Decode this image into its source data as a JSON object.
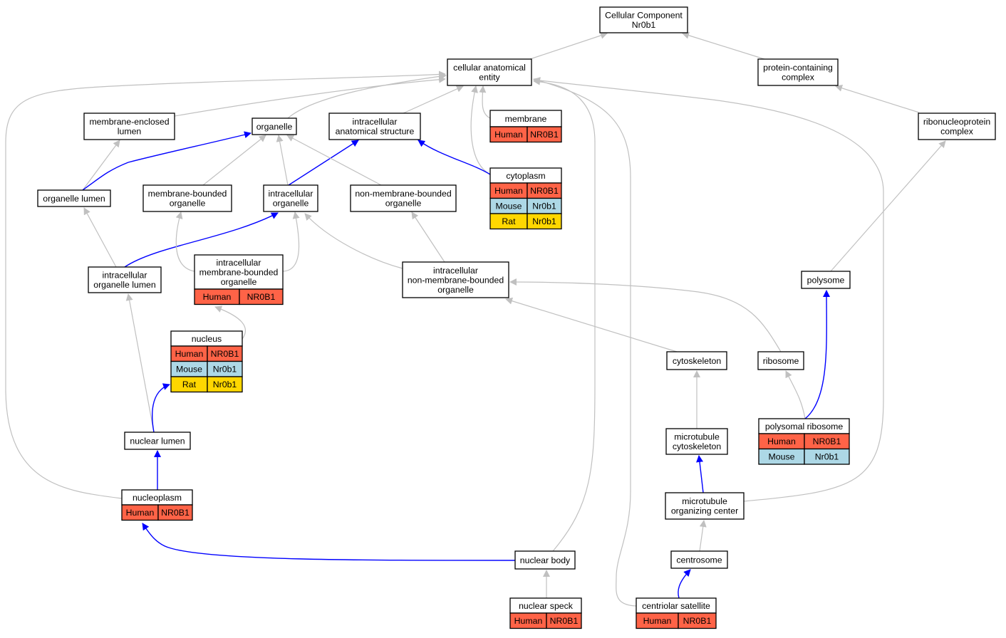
{
  "diagram": {
    "colors": {
      "Human": "#ff6347",
      "Mouse": "#add8e6",
      "Rat": "#ffd700",
      "edge_isa": "#c0c0c0",
      "edge_partof": "#0000ff"
    },
    "nodes": [
      {
        "id": "cellular_component",
        "lines": [
          "Cellular Component",
          "Nr0b1"
        ],
        "genes": []
      },
      {
        "id": "cellular_anatomical_entity",
        "lines": [
          "cellular anatomical",
          "entity"
        ],
        "genes": []
      },
      {
        "id": "protein_containing_complex",
        "lines": [
          "protein-containing",
          "complex"
        ],
        "genes": []
      },
      {
        "id": "membrane_enclosed_lumen",
        "lines": [
          "membrane-enclosed",
          "lumen"
        ],
        "genes": []
      },
      {
        "id": "organelle",
        "lines": [
          "organelle"
        ],
        "genes": []
      },
      {
        "id": "intracellular_anatomical_structure",
        "lines": [
          "intracellular",
          "anatomical structure"
        ],
        "genes": []
      },
      {
        "id": "membrane",
        "lines": [
          "membrane"
        ],
        "genes": [
          {
            "species": "Human",
            "gene": "NR0B1"
          }
        ]
      },
      {
        "id": "ribonucleoprotein_complex",
        "lines": [
          "ribonucleoprotein",
          "complex"
        ],
        "genes": []
      },
      {
        "id": "organelle_lumen",
        "lines": [
          "organelle lumen"
        ],
        "genes": []
      },
      {
        "id": "membrane_bounded_organelle",
        "lines": [
          "membrane-bounded",
          "organelle"
        ],
        "genes": []
      },
      {
        "id": "intracellular_organelle",
        "lines": [
          "intracellular",
          "organelle"
        ],
        "genes": []
      },
      {
        "id": "non_membrane_bounded_organelle",
        "lines": [
          "non-membrane-bounded",
          "organelle"
        ],
        "genes": []
      },
      {
        "id": "cytoplasm",
        "lines": [
          "cytoplasm"
        ],
        "genes": [
          {
            "species": "Human",
            "gene": "NR0B1"
          },
          {
            "species": "Mouse",
            "gene": "Nr0b1"
          },
          {
            "species": "Rat",
            "gene": "Nr0b1"
          }
        ]
      },
      {
        "id": "intracellular_organelle_lumen",
        "lines": [
          "intracellular",
          "organelle lumen"
        ],
        "genes": []
      },
      {
        "id": "intracellular_membrane_bounded_organelle",
        "lines": [
          "intracellular",
          "membrane-bounded",
          "organelle"
        ],
        "genes": [
          {
            "species": "Human",
            "gene": "NR0B1"
          }
        ]
      },
      {
        "id": "intracellular_non_membrane_bounded_organelle",
        "lines": [
          "intracellular",
          "non-membrane-bounded",
          "organelle"
        ],
        "genes": []
      },
      {
        "id": "polysome",
        "lines": [
          "polysome"
        ],
        "genes": []
      },
      {
        "id": "nucleus",
        "lines": [
          "nucleus"
        ],
        "genes": [
          {
            "species": "Human",
            "gene": "NR0B1"
          },
          {
            "species": "Mouse",
            "gene": "Nr0b1"
          },
          {
            "species": "Rat",
            "gene": "Nr0b1"
          }
        ]
      },
      {
        "id": "cytoskeleton",
        "lines": [
          "cytoskeleton"
        ],
        "genes": []
      },
      {
        "id": "ribosome",
        "lines": [
          "ribosome"
        ],
        "genes": []
      },
      {
        "id": "polysomal_ribosome",
        "lines": [
          "polysomal ribosome"
        ],
        "genes": [
          {
            "species": "Human",
            "gene": "NR0B1"
          },
          {
            "species": "Mouse",
            "gene": "Nr0b1"
          }
        ]
      },
      {
        "id": "microtubule_cytoskeleton",
        "lines": [
          "microtubule",
          "cytoskeleton"
        ],
        "genes": []
      },
      {
        "id": "nuclear_lumen",
        "lines": [
          "nuclear lumen"
        ],
        "genes": []
      },
      {
        "id": "nucleoplasm",
        "lines": [
          "nucleoplasm"
        ],
        "genes": [
          {
            "species": "Human",
            "gene": "NR0B1"
          }
        ]
      },
      {
        "id": "microtubule_organizing_center",
        "lines": [
          "microtubule",
          "organizing center"
        ],
        "genes": []
      },
      {
        "id": "nuclear_body",
        "lines": [
          "nuclear body"
        ],
        "genes": []
      },
      {
        "id": "centrosome",
        "lines": [
          "centrosome"
        ],
        "genes": []
      },
      {
        "id": "nuclear_speck",
        "lines": [
          "nuclear speck"
        ],
        "genes": [
          {
            "species": "Human",
            "gene": "NR0B1"
          }
        ]
      },
      {
        "id": "centriolar_satellite",
        "lines": [
          "centriolar satellite"
        ],
        "genes": [
          {
            "species": "Human",
            "gene": "NR0B1"
          }
        ]
      }
    ],
    "edges": [
      {
        "from": "cellular_anatomical_entity",
        "to": "cellular_component",
        "type": "is_a"
      },
      {
        "from": "protein_containing_complex",
        "to": "cellular_component",
        "type": "is_a"
      },
      {
        "from": "membrane_enclosed_lumen",
        "to": "cellular_anatomical_entity",
        "type": "is_a"
      },
      {
        "from": "organelle",
        "to": "cellular_anatomical_entity",
        "type": "is_a"
      },
      {
        "from": "intracellular_anatomical_structure",
        "to": "cellular_anatomical_entity",
        "type": "is_a"
      },
      {
        "from": "membrane",
        "to": "cellular_anatomical_entity",
        "type": "is_a"
      },
      {
        "from": "cytoplasm",
        "to": "cellular_anatomical_entity",
        "type": "is_a"
      },
      {
        "from": "ribonucleoprotein_complex",
        "to": "protein_containing_complex",
        "type": "is_a"
      },
      {
        "from": "organelle_lumen",
        "to": "membrane_enclosed_lumen",
        "type": "is_a"
      },
      {
        "from": "organelle_lumen",
        "to": "organelle",
        "type": "part_of"
      },
      {
        "from": "membrane_bounded_organelle",
        "to": "organelle",
        "type": "is_a"
      },
      {
        "from": "intracellular_organelle",
        "to": "organelle",
        "type": "is_a"
      },
      {
        "from": "intracellular_organelle",
        "to": "intracellular_anatomical_structure",
        "type": "part_of"
      },
      {
        "from": "non_membrane_bounded_organelle",
        "to": "organelle",
        "type": "is_a"
      },
      {
        "from": "cytoplasm",
        "to": "intracellular_anatomical_structure",
        "type": "part_of"
      },
      {
        "from": "intracellular_organelle_lumen",
        "to": "organelle_lumen",
        "type": "is_a"
      },
      {
        "from": "intracellular_organelle_lumen",
        "to": "intracellular_organelle",
        "type": "part_of"
      },
      {
        "from": "intracellular_membrane_bounded_organelle",
        "to": "membrane_bounded_organelle",
        "type": "is_a"
      },
      {
        "from": "intracellular_membrane_bounded_organelle",
        "to": "intracellular_organelle",
        "type": "is_a"
      },
      {
        "from": "intracellular_non_membrane_bounded_organelle",
        "to": "intracellular_organelle",
        "type": "is_a"
      },
      {
        "from": "intracellular_non_membrane_bounded_organelle",
        "to": "non_membrane_bounded_organelle",
        "type": "is_a"
      },
      {
        "from": "polysome",
        "to": "ribonucleoprotein_complex",
        "type": "is_a"
      },
      {
        "from": "nucleus",
        "to": "intracellular_membrane_bounded_organelle",
        "type": "is_a"
      },
      {
        "from": "cytoskeleton",
        "to": "intracellular_non_membrane_bounded_organelle",
        "type": "is_a"
      },
      {
        "from": "ribosome",
        "to": "intracellular_non_membrane_bounded_organelle",
        "type": "is_a"
      },
      {
        "from": "polysomal_ribosome",
        "to": "ribosome",
        "type": "is_a"
      },
      {
        "from": "polysomal_ribosome",
        "to": "polysome",
        "type": "part_of"
      },
      {
        "from": "microtubule_cytoskeleton",
        "to": "cytoskeleton",
        "type": "is_a"
      },
      {
        "from": "nuclear_lumen",
        "to": "intracellular_organelle_lumen",
        "type": "is_a"
      },
      {
        "from": "nuclear_lumen",
        "to": "nucleus",
        "type": "part_of"
      },
      {
        "from": "nucleoplasm",
        "to": "nuclear_lumen",
        "type": "part_of"
      },
      {
        "from": "nucleoplasm",
        "to": "cellular_anatomical_entity",
        "type": "is_a"
      },
      {
        "from": "microtubule_organizing_center",
        "to": "microtubule_cytoskeleton",
        "type": "part_of"
      },
      {
        "from": "microtubule_organizing_center",
        "to": "cellular_anatomical_entity",
        "type": "is_a"
      },
      {
        "from": "nuclear_body",
        "to": "nucleoplasm",
        "type": "part_of"
      },
      {
        "from": "nuclear_body",
        "to": "cellular_anatomical_entity",
        "type": "is_a"
      },
      {
        "from": "centrosome",
        "to": "microtubule_organizing_center",
        "type": "is_a"
      },
      {
        "from": "nuclear_speck",
        "to": "nuclear_body",
        "type": "is_a"
      },
      {
        "from": "centriolar_satellite",
        "to": "centrosome",
        "type": "part_of"
      },
      {
        "from": "centriolar_satellite",
        "to": "cellular_anatomical_entity",
        "type": "is_a"
      }
    ]
  }
}
